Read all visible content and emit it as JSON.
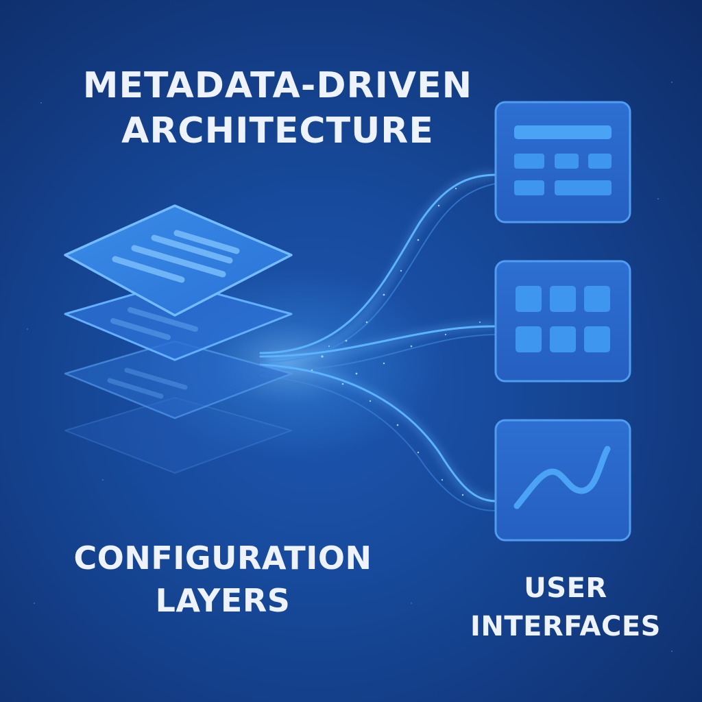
{
  "title": {
    "line1": "METADATA-DRIVEN",
    "line2": "ARCHITECTURE"
  },
  "left_label": {
    "line1": "CONFIGURATION",
    "line2": "LAYERS"
  },
  "right_label": {
    "line1": "USER",
    "line2": "INTERFACES"
  },
  "icons": {
    "layers": "stacked-layers-icon",
    "panel_top": "form-layout-icon",
    "panel_middle": "grid-icon",
    "panel_bottom": "line-chart-icon"
  },
  "colors": {
    "background": "#174a9c",
    "accent": "#3f9cf2",
    "glow": "#7cc4ff",
    "text": "#eef3fb"
  }
}
